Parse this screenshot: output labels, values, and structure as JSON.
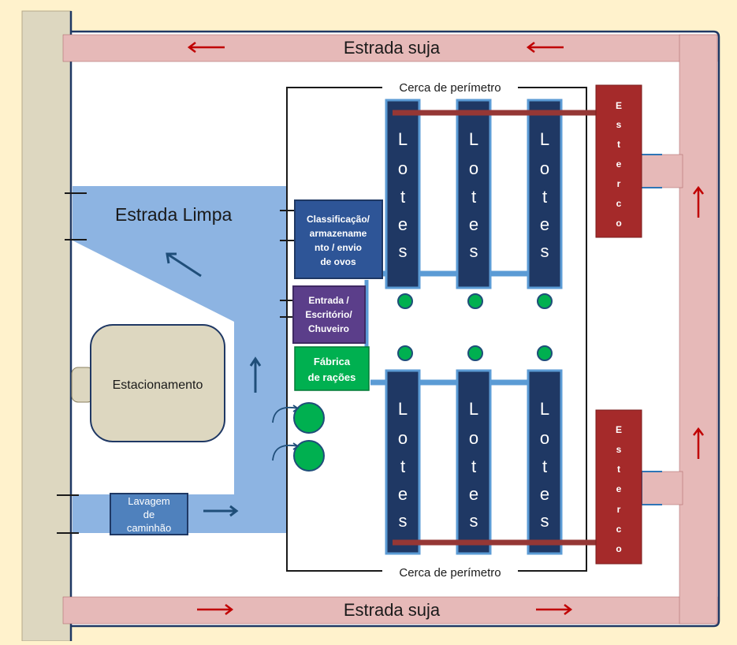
{
  "roads": {
    "dirty_top": "Estrada suja",
    "dirty_bottom": "Estrada suja",
    "clean": "Estrada Limpa"
  },
  "fence": {
    "top_label": "Cerca de perímetro",
    "bottom_label": "Cerca de perímetro"
  },
  "buildings": {
    "grading_lines": [
      "Classificação/",
      "armazename",
      "nto / envio",
      "de ovos"
    ],
    "entrance_lines": [
      "Entrada /",
      "Escritório/",
      "Chuveiro"
    ],
    "feed_mill_lines": [
      "Fábrica",
      "de rações"
    ],
    "parking": "Estacionamento",
    "truck_wash_lines": [
      "Lavagem",
      "de",
      "caminhão"
    ]
  },
  "lots": {
    "letters": [
      "L",
      "o",
      "t",
      "e",
      "s"
    ]
  },
  "manure": {
    "letters": [
      "E",
      "s",
      "t",
      "e",
      "r",
      "c",
      "o"
    ]
  },
  "colors": {
    "background": "#FFF2CC",
    "dirty_road": "#E6B9B8",
    "clean_road": "#8DB4E2",
    "lot": "#1F3864",
    "manure": "#A52A2A",
    "grading": "#2E5597",
    "entrance": "#5B3E8A",
    "feed_mill": "#00B050",
    "parking": "#DDD7C0",
    "truck_wash": "#4F81BD",
    "red_arrow": "#C00000"
  }
}
